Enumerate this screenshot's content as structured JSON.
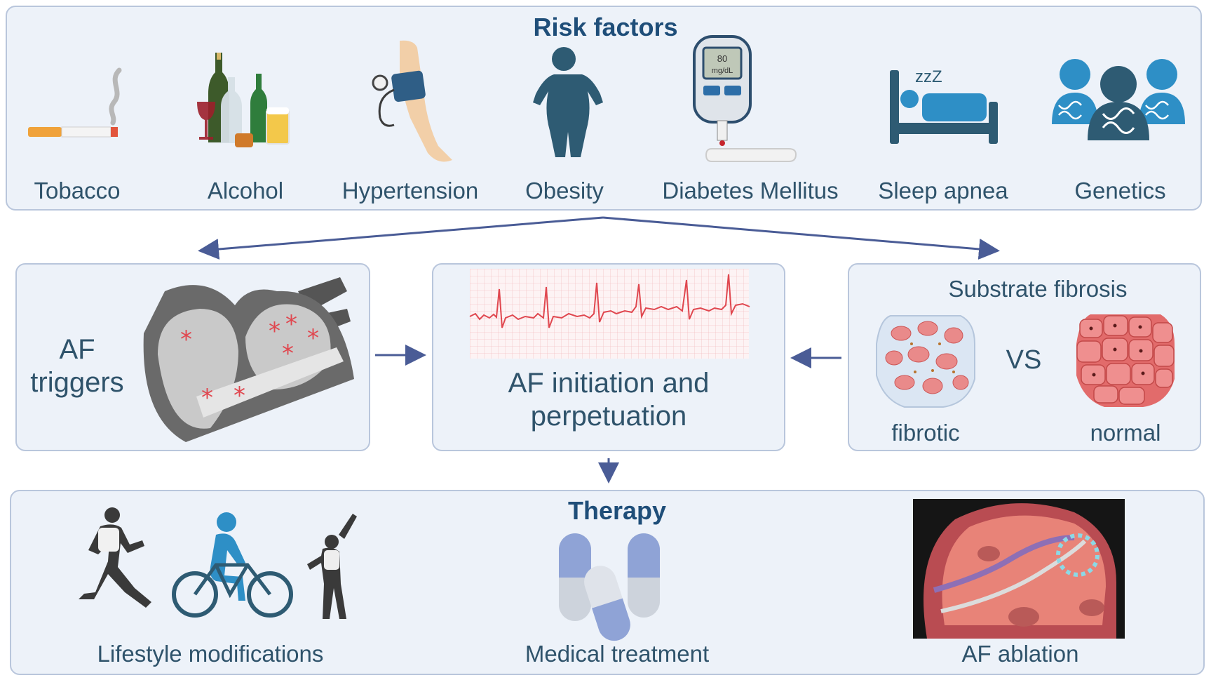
{
  "risk_factors": {
    "title": "Risk factors",
    "items": [
      {
        "label": "Tobacco",
        "icon": "cigarette-icon"
      },
      {
        "label": "Alcohol",
        "icon": "alcohol-bottles-icon"
      },
      {
        "label": "Hypertension",
        "icon": "blood-pressure-cuff-icon"
      },
      {
        "label": "Obesity",
        "icon": "obese-person-icon"
      },
      {
        "label": "Diabetes Mellitus",
        "icon": "glucometer-icon"
      },
      {
        "label": "Sleep apnea",
        "icon": "person-in-bed-icon"
      },
      {
        "label": "Genetics",
        "icon": "people-dna-icon"
      }
    ],
    "glucometer_reading": "80",
    "glucometer_unit": "mg/dL",
    "sleep_text": "zzZ"
  },
  "mechanisms": {
    "triggers": {
      "line1": "AF",
      "line2": "triggers"
    },
    "center": {
      "line1": "AF initiation and",
      "line2": "perpetuation"
    },
    "substrate": {
      "title": "Substrate fibrosis",
      "vs": "VS",
      "left": "fibrotic",
      "right": "normal"
    }
  },
  "therapy": {
    "title": "Therapy",
    "items": [
      "Lifestyle modifications",
      "Medical treatment",
      "AF ablation"
    ]
  },
  "colors": {
    "panel_bg": "#edf2f9",
    "panel_border": "#b9c6dc",
    "title": "#1f4e79",
    "icon_dark": "#2e5b73",
    "icon_blue": "#2e8fc6",
    "arrow": "#4a5c96",
    "ecg": "#e0474f",
    "asterisk": "#e0474f"
  }
}
